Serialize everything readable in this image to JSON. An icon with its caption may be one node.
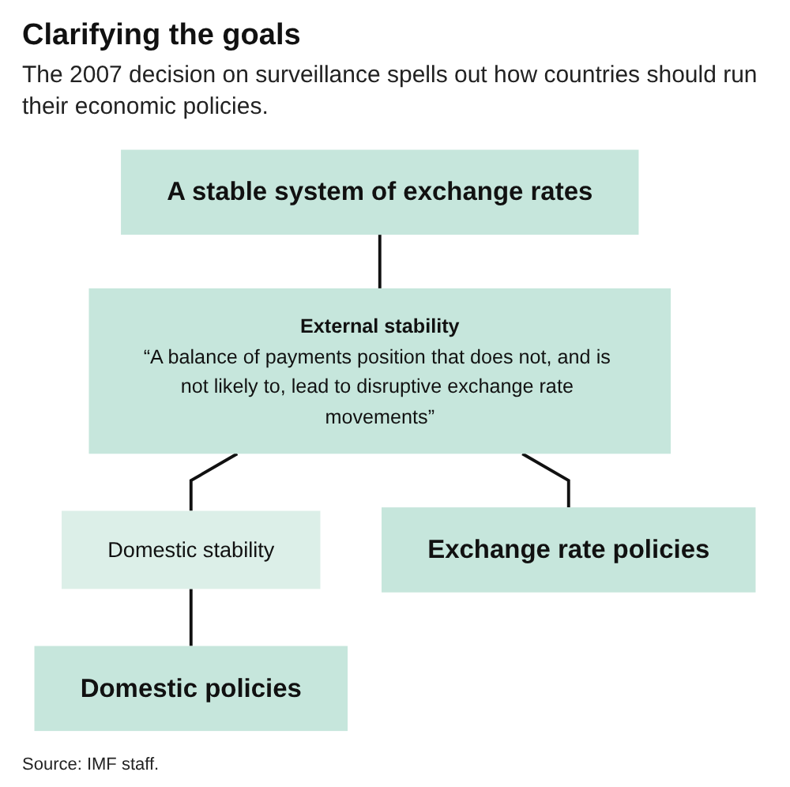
{
  "diagram": {
    "title": "Clarifying the goals",
    "nodes": [
      {
        "text": [
          "A stable system of exchange rates"
        ]
      },
      {
        "text": [
          "External stability",
          "“A balance of payments position that does not, and is not likely to, lead to disruptive exchange rate movements”"
        ]
      },
      {
        "text": [
          "Domestic stability"
        ]
      },
      {
        "text": [
          "Domestic policies"
        ]
      },
      {
        "text": [
          "Exchange rate policies"
        ]
      }
    ],
    "edges": [
      {
        "from": 0,
        "to": 1,
        "arrow": "none"
      },
      {
        "from": 1,
        "to": 2,
        "arrow": "none"
      },
      {
        "from": 2,
        "to": 3,
        "arrow": "none"
      },
      {
        "from": 1,
        "to": 4,
        "arrow": "none"
      }
    ],
    "labels": [
      "The 2007 decision on surveillance spells out how countries should run their economic policies.",
      "Source: IMF staff."
    ]
  }
}
